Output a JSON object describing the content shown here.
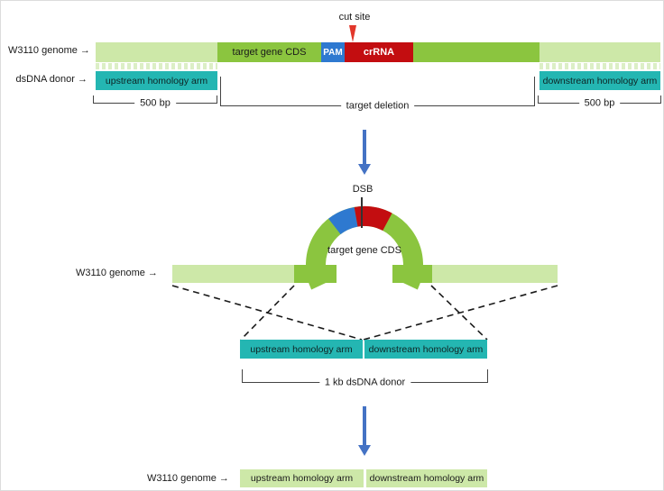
{
  "colors": {
    "light_green": "#cde8a8",
    "medium_green": "#8bc53f",
    "teal": "#24b6b2",
    "pam_blue": "#2e79d0",
    "crrna_red": "#c30d10",
    "arrow_blue": "#4472c4",
    "cut_marker_red": "#e2372b",
    "line_dark": "#444444"
  },
  "section_top": {
    "genome_label": "W3110 genome →",
    "donor_label": "dsDNA donor →",
    "cut_site_label": "cut site",
    "cds_label": "target gene CDS",
    "pam_label": "PAM",
    "crrna_label": "crRNA",
    "upstream_arm_label": "upstream homology arm",
    "downstream_arm_label": "downstream homology arm",
    "left_bracket_label": "500 bp",
    "center_bracket_label": "target deletion",
    "right_bracket_label": "500 bp"
  },
  "section_middle": {
    "dsb_label": "DSB",
    "loop_label": "target gene CDS",
    "genome_label": "W3110 genome →",
    "upstream_arm_label": "upstream homology arm",
    "downstream_arm_label": "downstream homology arm",
    "bracket_label": "1 kb dsDNA donor"
  },
  "section_bottom": {
    "genome_label": "W3110 genome →",
    "upstream_arm_label": "upstream homology arm",
    "downstream_arm_label": "downstream homology arm"
  }
}
